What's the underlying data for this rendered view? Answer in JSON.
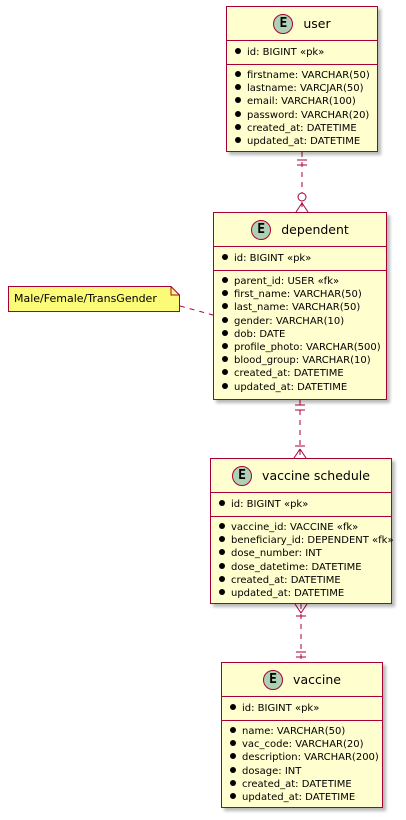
{
  "entities": [
    {
      "name": "user",
      "badge": "E",
      "pk": "id: BIGINT «pk»",
      "attributes": [
        "firstname: VARCHAR(50)",
        "lastname: VARCJAR(50)",
        "email: VARCHAR(100)",
        "password: VARCHAR(20)",
        "created_at: DATETIME",
        "updated_at: DATETIME"
      ]
    },
    {
      "name": "dependent",
      "badge": "E",
      "pk": "id: BIGINT «pk»",
      "attributes": [
        "parent_id: USER «fk»",
        "first_name: VARCHAR(50)",
        "last_name: VARCHAR(50)",
        "gender: VARCHAR(10)",
        "dob: DATE",
        "profile_photo: VARCHAR(500)",
        "blood_group: VARCHAR(10)",
        "created_at: DATETIME",
        "updated_at: DATETIME"
      ]
    },
    {
      "name": "vaccine schedule",
      "badge": "E",
      "pk": "id: BIGINT «pk»",
      "attributes": [
        "vaccine_id: VACCINE «fk»",
        "beneficiary_id: DEPENDENT «fk»",
        "dose_number: INT",
        "dose_datetime: DATETIME",
        "created_at: DATETIME",
        "updated_at: DATETIME"
      ]
    },
    {
      "name": "vaccine",
      "badge": "E",
      "pk": "id: BIGINT «pk»",
      "attributes": [
        "name: VARCHAR(50)",
        "vac_code: VARCHAR(20)",
        "description: VARCHAR(200)",
        "dosage: INT",
        "created_at: DATETIME",
        "updated_at: DATETIME"
      ]
    }
  ],
  "note": {
    "text": "Male/Female/TransGender"
  },
  "colors": {
    "entity_fill": "#fefece",
    "border": "#a80036",
    "badge_fill": "#add1b2",
    "note_fill": "#fbfb77"
  }
}
